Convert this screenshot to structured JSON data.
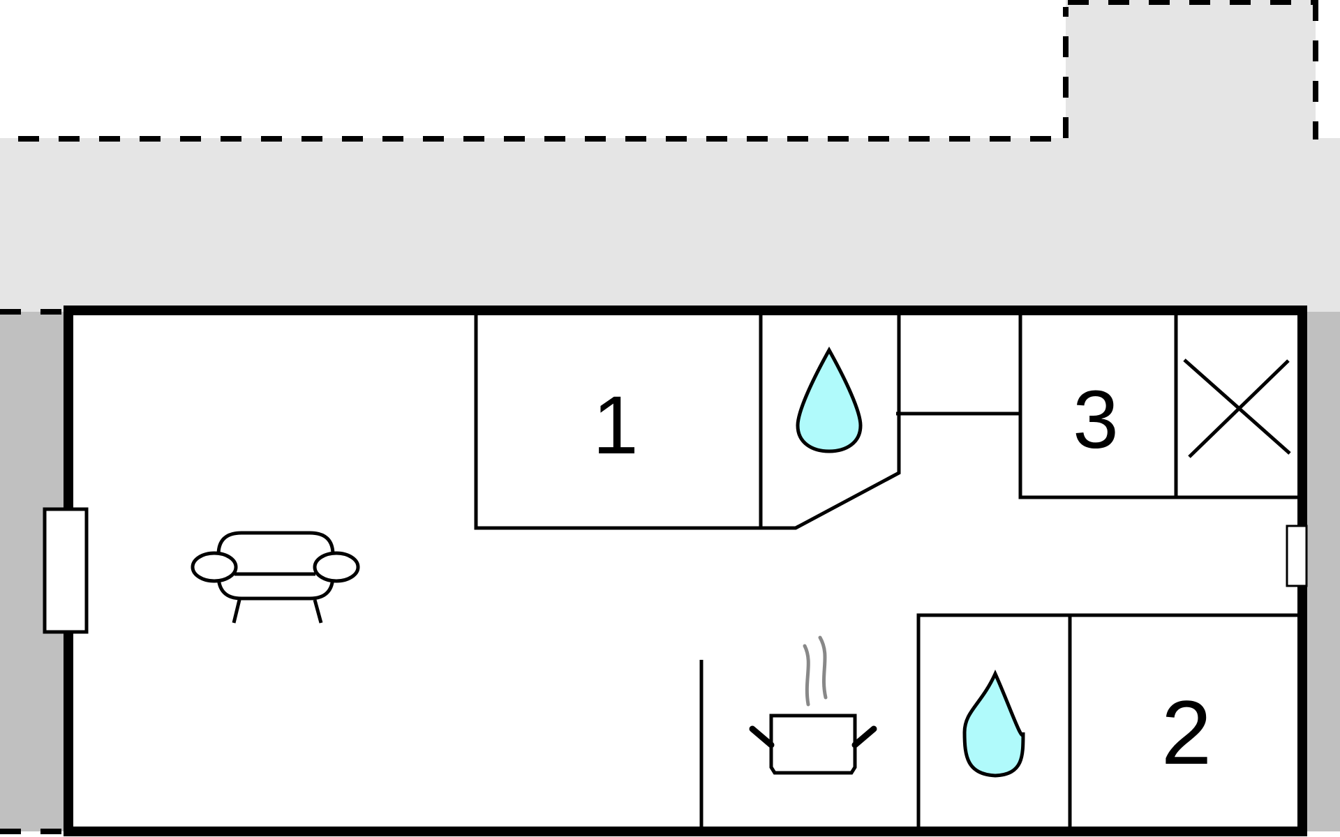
{
  "diagram": {
    "type": "floor-plan",
    "colors": {
      "outdoor_light": "#e5e5e5",
      "outdoor_dark": "#c0c0c0",
      "wall": "#000000",
      "floor": "#ffffff",
      "water": "#b0fafb",
      "steam": "#888888"
    },
    "rooms": [
      {
        "id": "bedroom-1",
        "label": "1",
        "icon": "none"
      },
      {
        "id": "bathroom-1",
        "label": "",
        "icon": "water-drop-icon"
      },
      {
        "id": "bedroom-3",
        "label": "3",
        "icon": "none"
      },
      {
        "id": "storage",
        "label": "",
        "icon": "cross-icon"
      },
      {
        "id": "living-room",
        "label": "",
        "icon": "sofa-icon"
      },
      {
        "id": "kitchen",
        "label": "",
        "icon": "cooking-pot-icon"
      },
      {
        "id": "bathroom-2",
        "label": "",
        "icon": "water-drop-icon"
      },
      {
        "id": "bedroom-2",
        "label": "2",
        "icon": "none"
      }
    ],
    "windows": [
      {
        "id": "window-west"
      },
      {
        "id": "window-east"
      }
    ]
  }
}
